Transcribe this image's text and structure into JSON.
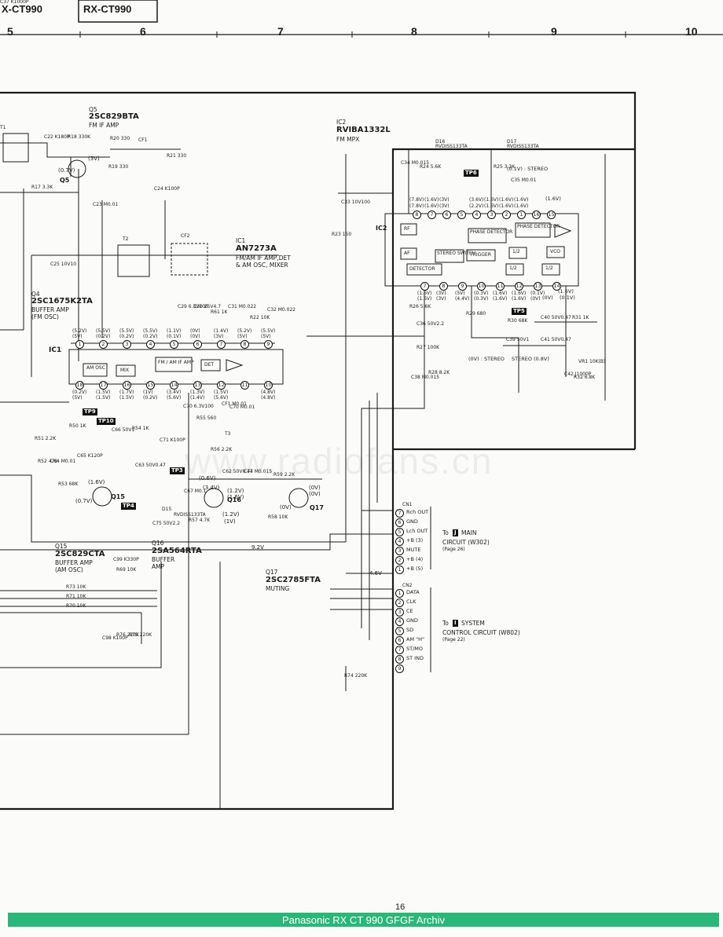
{
  "header": {
    "model_left": "X-CT990",
    "model_right": "RX-CT990",
    "columns": [
      "5",
      "6",
      "7",
      "8",
      "9",
      "10"
    ]
  },
  "ic2": {
    "ref": "IC2",
    "part": "RVIBA1332L",
    "function": "FM MPX",
    "label_inside": "IC2",
    "blocks": [
      "PHASE DETECTOR",
      "PHASE DETECTOR",
      "STEREO SWITCH",
      "TRIGGER",
      "DETECTOR",
      "VCO",
      "1/2",
      "1/2",
      "1/2",
      "RF",
      "AF"
    ],
    "top_pins": [
      "8",
      "7",
      "6",
      "5",
      "4",
      "3",
      "2",
      "1",
      "16",
      "15"
    ],
    "bottom_pins": [
      "7",
      "8",
      "9",
      "10",
      "11",
      "12",
      "13",
      "14"
    ],
    "top_voltages_a": [
      "(7.8V)",
      "(1.6V)",
      "(3V)",
      "",
      "(3.6V)",
      "(1.6V)",
      "(1.6V)",
      "(1.6V)"
    ],
    "top_voltages_b": [
      "(7.8V)",
      "(1.6V)",
      "(3V)",
      "",
      "(2.2V)",
      "(1.6V)",
      "(1.6V)",
      "(1.6V)"
    ],
    "bottom_voltages_a": [
      "(1.6V)",
      "(3V)",
      "(5V)",
      "(0.3V)",
      "(1.6V)",
      "(1.6V)",
      "(0.1V)"
    ],
    "bottom_voltages_b": [
      "(1.6V)",
      "(3V)",
      "(4.4V)",
      "(0.3V)",
      "(1.6V)",
      "(1.6V)",
      "(0V)"
    ]
  },
  "ic1": {
    "ref": "IC1",
    "part": "AN7273A",
    "function_1": "FM/AM IF AMP,DET",
    "function_2": "& AM OSC, MIXER",
    "label_inside": "IC1",
    "blocks": [
      "AM OSC",
      "MIX",
      "FM / AM IF AMP",
      "DET"
    ],
    "top_pins": [
      "1",
      "2",
      "3",
      "4",
      "5",
      "6",
      "7",
      "8",
      "9"
    ],
    "bottom_pins": [
      "18",
      "17",
      "16",
      "15",
      "14",
      "13",
      "12",
      "11",
      "10"
    ],
    "top_voltages_a": [
      "(5.2V)",
      "(5.5V)",
      "(5.5V)",
      "(5.5V)",
      "(1.1V)",
      "(0V)",
      "(1.4V)",
      "(5.2V)",
      "(5.5V)"
    ],
    "top_voltages_b": [
      "(5V)",
      "(0.2V)",
      "(0.2V)",
      "(0.2V)",
      "(0.1V)",
      "(0V)",
      "(3V)",
      "(5V)",
      "(5V)"
    ],
    "bottom_voltages_a": [
      "(0.2V)",
      "(1.5V)",
      "(1.7V)",
      "(1V)",
      "(3.4V)",
      "(1.3V)",
      "(1.5V)",
      "",
      "(4.8V)"
    ],
    "bottom_voltages_b": [
      "(5V)",
      "(1.5V)",
      "(1.5V)",
      "(0.2V)",
      "(5.6V)",
      "(1.4V)",
      "(5.6V)",
      "",
      "(4.8V)"
    ]
  },
  "transistors": [
    {
      "ref": "Q5",
      "part": "2SC829BTA",
      "function": "FM IF AMP"
    },
    {
      "ref": "Q4",
      "part": "2SC1675K2TA",
      "function_1": "BUFFER AMP",
      "function_2": "(FM OSC)"
    },
    {
      "ref": "Q15",
      "part": "2SC829CTA",
      "function_1": "BUFFER AMP",
      "function_2": "(AM OSC)"
    },
    {
      "ref": "Q16",
      "part": "2SA564RTA",
      "function_1": "BUFFER",
      "function_2": "AMP"
    },
    {
      "ref": "Q17",
      "part": "2SC2785FTA",
      "function": "MUTING"
    }
  ],
  "diodes": [
    {
      "ref": "D16",
      "part": "RVDISS133TA"
    },
    {
      "ref": "D17",
      "part": "RVDISS133TA"
    },
    {
      "ref": "D15",
      "part": "RVDISS133TA"
    }
  ],
  "test_points": [
    "TP6",
    "TP5",
    "TP9",
    "TP10",
    "TP3",
    "TP4"
  ],
  "component_labels": [
    "C22 K180P",
    "R18 330K",
    "R20 330",
    "CF1",
    "R21 330",
    "R19 330",
    "R17 3.3K",
    "C23 M0.01",
    "C24 K100P",
    "C25 10V10",
    "T1",
    "T2",
    "CF2",
    "C29 6.3V100",
    "C30 25V4.7",
    "R61 1K",
    "C31 M0.022",
    "R22 10K",
    "C32 M0.022",
    "C34 M0.015",
    "R24 5.6K",
    "R25 3.3K",
    "C35 M0.01",
    "C33 10V100",
    "R23 150",
    "R26 5.6K",
    "C36 50V2.2",
    "R27 100K",
    "C38 M0.015",
    "R28 8.2K",
    "R29 680",
    "R30 68K",
    "C39 50V1",
    "C40 50V0.47",
    "C41 50V0.47",
    "R31 1K",
    "C42 J1000P",
    "VR1 10K(B)",
    "R32 6.8K",
    "R50 1K",
    "C66 50V1",
    "R54 1K",
    "C71 K100P",
    "R55 560",
    "C70 6.3V100",
    "CF1 M0.01",
    "C70 M0.01",
    "T3",
    "R56 2.2K",
    "R51 2.2K",
    "R52 470",
    "C64 M0.01",
    "C65 K120P",
    "C63 50V0.47",
    "R53 68K",
    "C67 M0.1",
    "C62 50V0.47",
    "C74 M0.015",
    "R59 2.2K",
    "C75 50V2.2",
    "R57 4.7K",
    "R58 10K",
    "R73 10K",
    "R71 10K",
    "R70 10K",
    "R69 10K",
    "C99 K330P",
    "C98 K100P",
    "R76 220K",
    "R75 220K",
    "R74 220K",
    "C37 K1000P"
  ],
  "stereo_labels": [
    "(0.1V) : STEREO",
    "(0V) : STEREO",
    "STEREO (0.8V)",
    "(1.6V)",
    "(1.6V)",
    "(0.1V)",
    "(0V)"
  ],
  "q16_voltages": [
    "(0.6V)",
    "(3.4V)",
    "(1.2V)",
    "(1.6V)",
    "(1.2V)",
    "(1V)"
  ],
  "q17_voltages": [
    "(0V)",
    "(0V)",
    "(0V)"
  ],
  "q15_voltages": [
    "(1.6V)",
    "(0.7V)"
  ],
  "q5_voltages": [
    "(3V)",
    "(0.7V)"
  ],
  "rail_labels": [
    "9.2V",
    "4.6V"
  ],
  "cn1": {
    "ref": "CN1",
    "pins": [
      {
        "num": "7",
        "label": "Rch OUT"
      },
      {
        "num": "6",
        "label": "GND"
      },
      {
        "num": "5",
        "label": "Lch OUT"
      },
      {
        "num": "4",
        "label": "+B (3)"
      },
      {
        "num": "3",
        "label": "MUTE"
      },
      {
        "num": "2",
        "label": "+B (4)"
      },
      {
        "num": "1",
        "label": "+B (5)"
      }
    ],
    "to_prefix": "To",
    "to_letter": "J",
    "to_name": "MAIN",
    "to_circuit": "CIRCUIT (W302)",
    "to_page": "(Page 26)"
  },
  "cn2": {
    "ref": "CN2",
    "pins": [
      {
        "num": "1",
        "label": "DATA"
      },
      {
        "num": "2",
        "label": "CLK"
      },
      {
        "num": "3",
        "label": "CE"
      },
      {
        "num": "4",
        "label": "GND"
      },
      {
        "num": "5",
        "label": "SD"
      },
      {
        "num": "6",
        "label": "AM \"H\""
      },
      {
        "num": "7",
        "label": "ST/MO"
      },
      {
        "num": "8",
        "label": "ST IND"
      },
      {
        "num": "9",
        "label": ""
      }
    ],
    "to_prefix": "To",
    "to_letter": "I",
    "to_name": "SYSTEM",
    "to_circuit": "CONTROL CIRCUIT (W802)",
    "to_page": "(Page 22)"
  },
  "page_number": "16",
  "watermark": "www.radiofans.cn",
  "footer": "Panasonic RX CT 990 GFGF Archiv",
  "colors": {
    "ink": "#1b1b1b",
    "paper": "#fbfbf9",
    "footer_bg": "#2bb67a"
  }
}
